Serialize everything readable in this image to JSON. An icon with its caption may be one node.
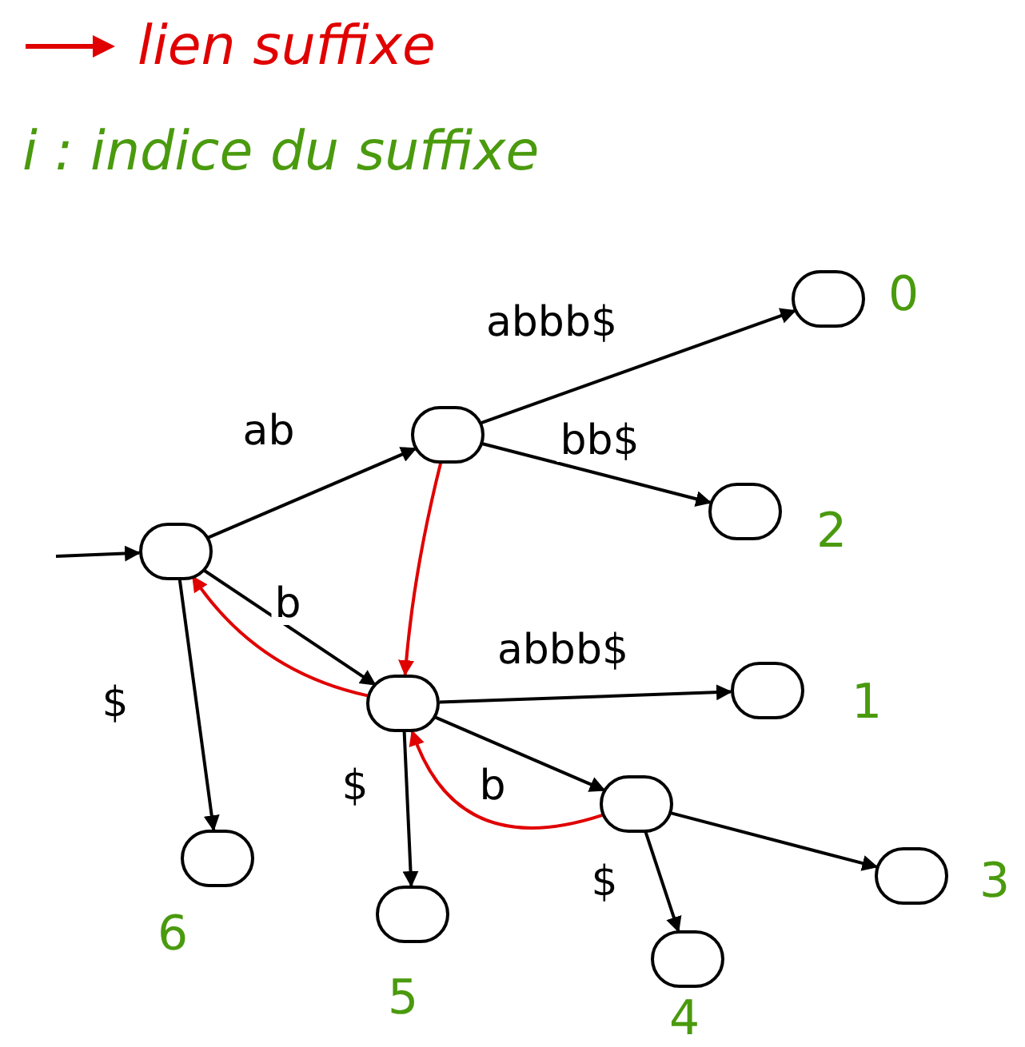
{
  "diagram": {
    "nodes": [
      {
        "text": [],
        "shape": "circle"
      },
      {
        "text": [],
        "shape": "circle"
      },
      {
        "text": [],
        "shape": "circle",
        "beside": [
          "0"
        ]
      },
      {
        "text": [],
        "shape": "circle",
        "beside": [
          "2"
        ]
      },
      {
        "text": [],
        "shape": "circle"
      },
      {
        "text": [],
        "shape": "circle",
        "beside": [
          "1"
        ]
      },
      {
        "text": [],
        "shape": "circle"
      },
      {
        "text": [],
        "shape": "circle",
        "beside": [
          "6"
        ]
      },
      {
        "text": [],
        "shape": "circle",
        "beside": [
          "5"
        ]
      },
      {
        "text": [],
        "shape": "circle",
        "beside": [
          "4"
        ]
      },
      {
        "text": [],
        "shape": "circle",
        "beside": [
          "3"
        ]
      }
    ],
    "edges": [
      {
        "from": null,
        "to": 0,
        "arrow": "to"
      },
      {
        "from": 0,
        "to": 1,
        "arrow": "to",
        "label": "ab"
      },
      {
        "from": 1,
        "to": 2,
        "arrow": "to",
        "label": "abbb$"
      },
      {
        "from": 1,
        "to": 3,
        "arrow": "to",
        "label": "bb$"
      },
      {
        "from": 0,
        "to": 4,
        "arrow": "to",
        "label": "b"
      },
      {
        "from": 0,
        "to": 7,
        "arrow": "to",
        "label": "$"
      },
      {
        "from": 4,
        "to": 5,
        "arrow": "to",
        "label": "abbb$"
      },
      {
        "from": 4,
        "to": 8,
        "arrow": "to",
        "label": "$"
      },
      {
        "from": 4,
        "to": 6,
        "arrow": "to",
        "label": "b"
      },
      {
        "from": 6,
        "to": 10,
        "arrow": "to"
      },
      {
        "from": 6,
        "to": 9,
        "arrow": "to",
        "label": "$"
      },
      {
        "from": 1,
        "to": 4,
        "arrow": "to",
        "color": "#e00000"
      },
      {
        "from": 4,
        "to": 0,
        "arrow": "to",
        "color": "#e00000"
      },
      {
        "from": 6,
        "to": 4,
        "arrow": "to",
        "color": "#e00000"
      }
    ],
    "labels": [
      "i : indice du suffixe"
    ],
    "legend": [
      {
        "text": "lien suffixe"
      }
    ]
  }
}
